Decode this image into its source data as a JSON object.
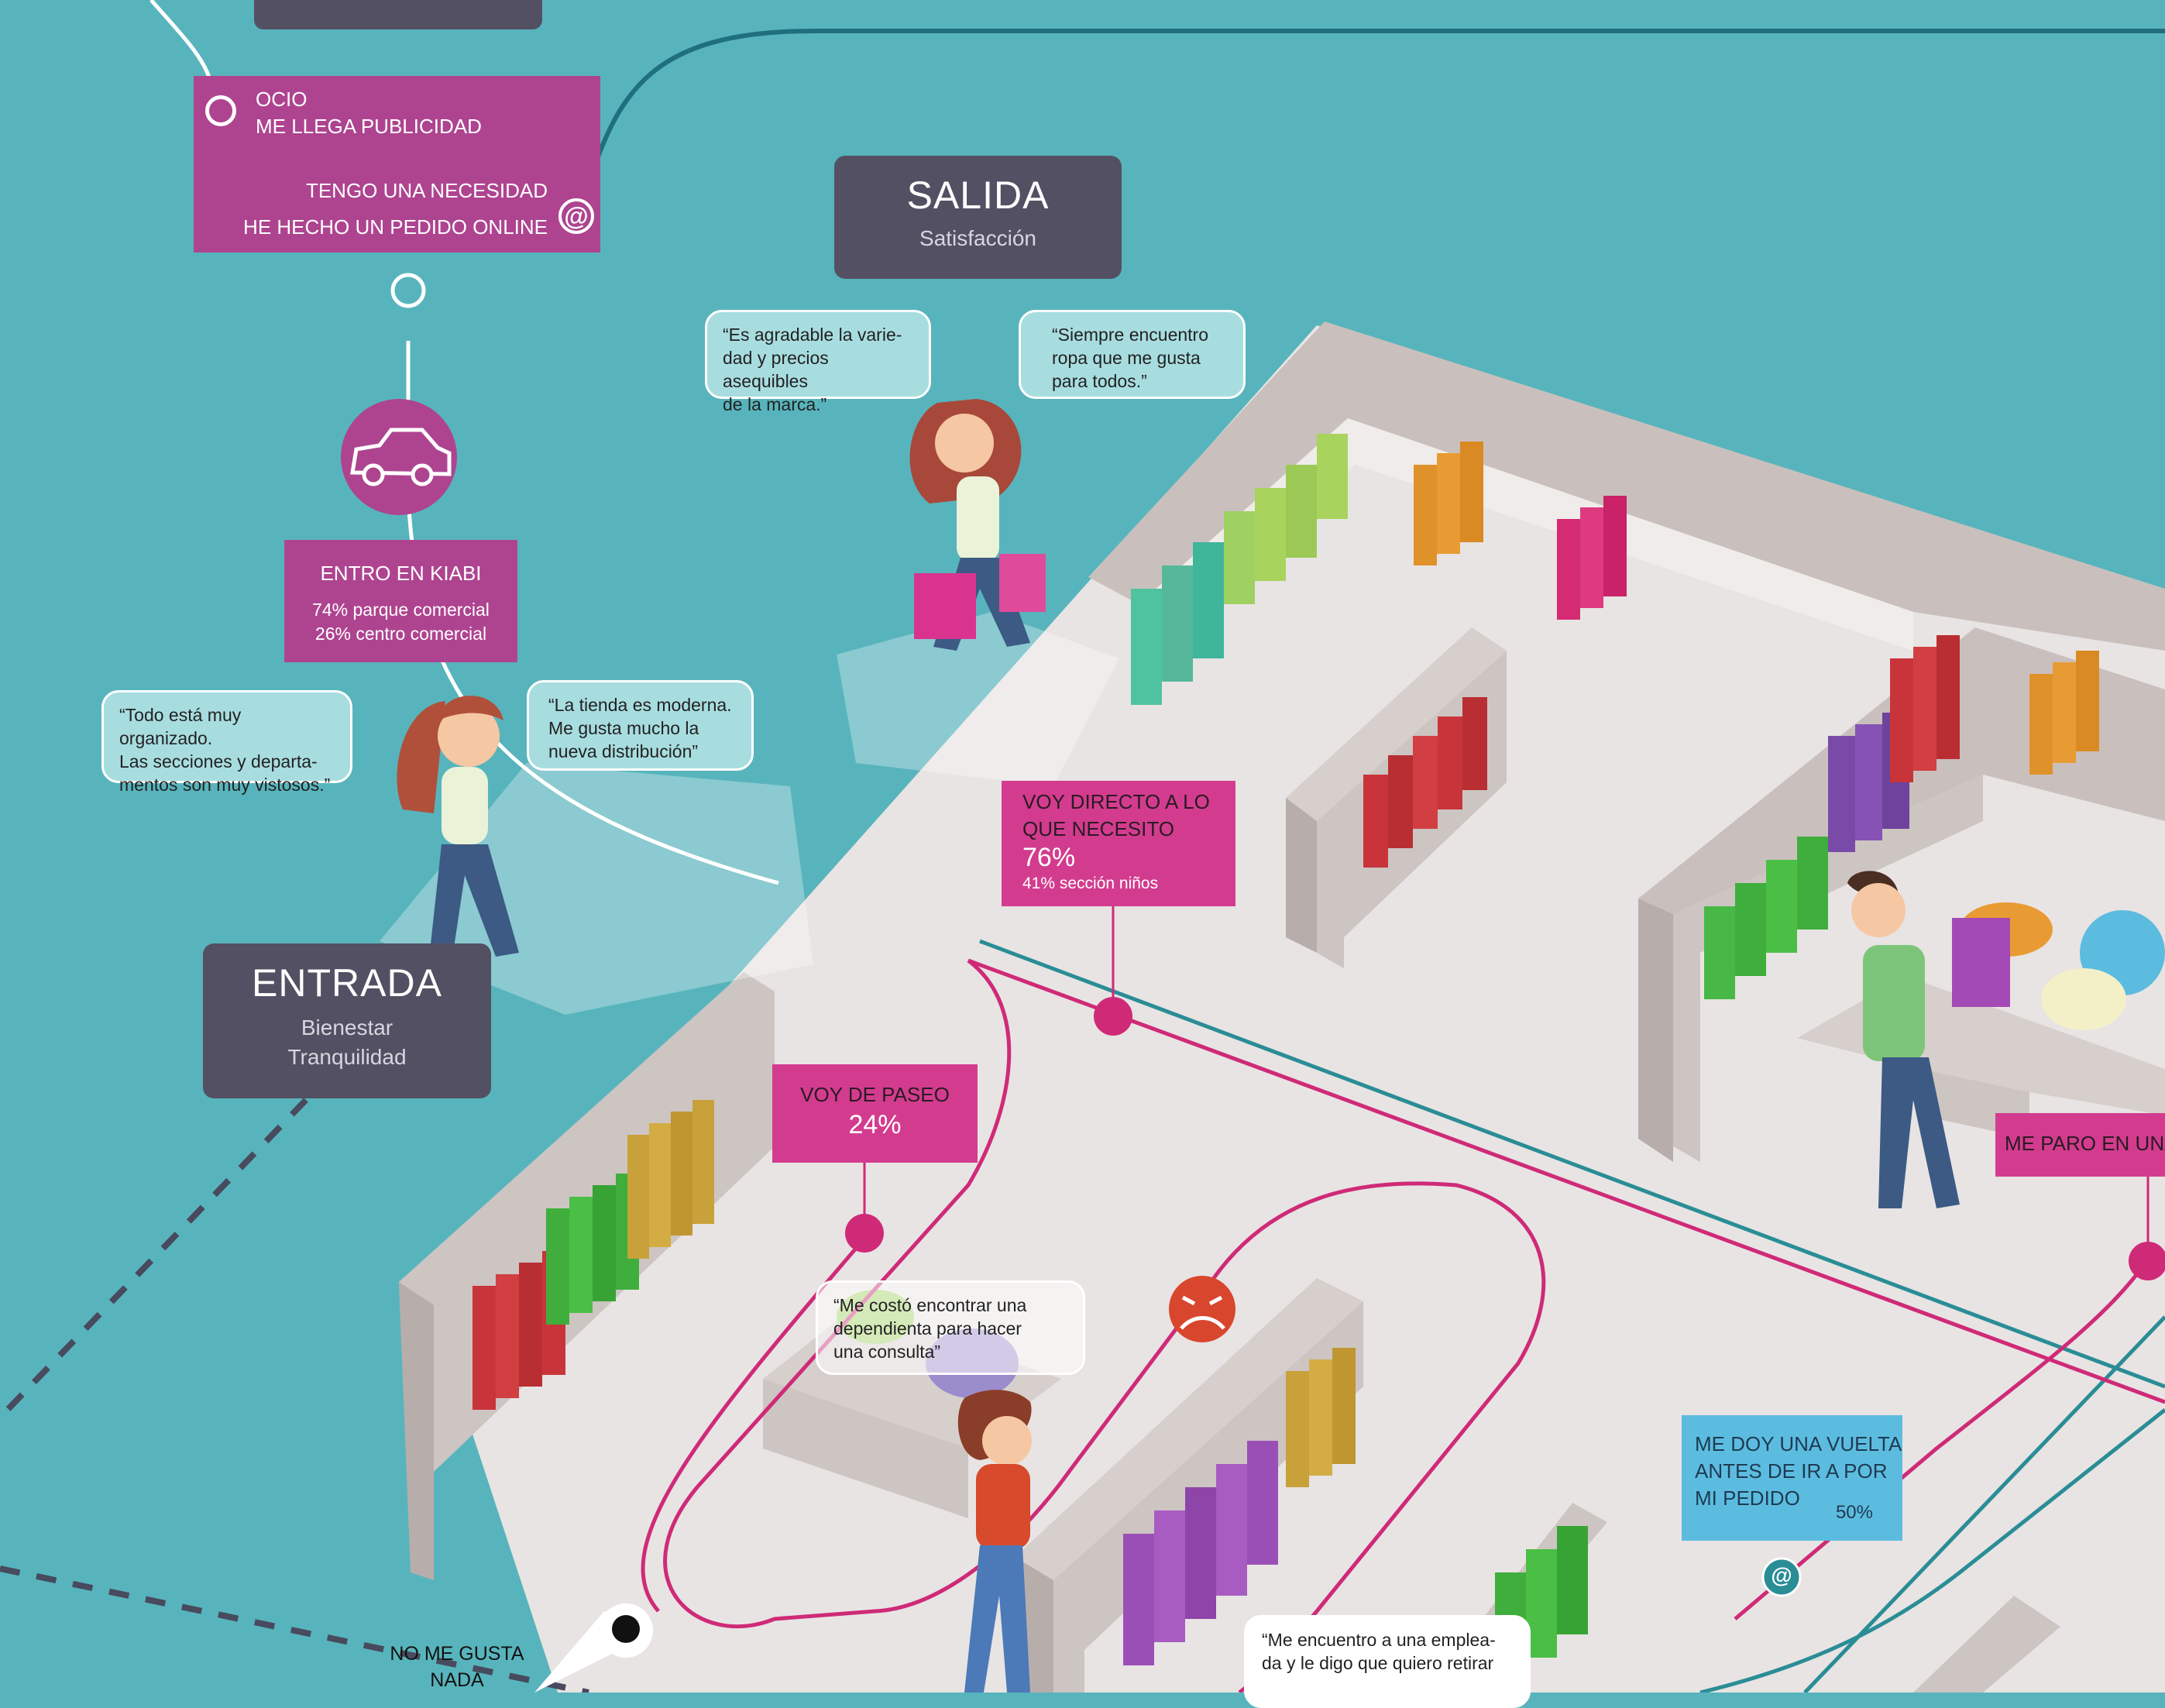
{
  "top_box": {
    "line1": "OCIO",
    "line2": "ME LLEGA PUBLICIDAD",
    "line3": "TENGO UNA NECESIDAD",
    "line4": "HE HECHO UN PEDIDO ONLINE",
    "at_symbol": "@"
  },
  "salida": {
    "title": "SALIDA",
    "subtitle": "Satisfacción"
  },
  "entrada": {
    "title": "ENTRADA",
    "subtitle_line1": "Bienestar",
    "subtitle_line2": "Tranquilidad"
  },
  "entro": {
    "title": "ENTRO EN KIABI",
    "line1": "74% parque comercial",
    "line2": "26% centro comercial"
  },
  "quotes": {
    "q1_l1": "“Es agradable la varie-",
    "q1_l2": "dad y precios asequibles",
    "q1_l3": "de la marca.”",
    "q2_l1": "“Siempre encuentro",
    "q2_l2": "ropa que me gusta",
    "q2_l3": "para todos.”",
    "q3_l1": "“Todo está muy organizado.",
    "q3_l2": "Las secciones y departa-",
    "q3_l3": "mentos son muy vistosos.”",
    "q4_l1": "“La tienda es moderna.",
    "q4_l2": "Me gusta mucho la",
    "q4_l3": "nueva distribución”",
    "q5_l1": "“Me costó encontrar una",
    "q5_l2": "dependienta para hacer",
    "q5_l3": "una consulta”",
    "q6_l1": "“Me encuentro a una emplea-",
    "q6_l2": "da y le digo que quiero retirar"
  },
  "voy_directo": {
    "line1": "VOY DIRECTO A LO",
    "line2": "QUE NECESITO",
    "percent": "76%",
    "sub": "41% sección niños"
  },
  "voy_paseo": {
    "line1": "VOY DE PASEO",
    "percent": "24%"
  },
  "me_paro": {
    "label": "ME PARO EN UNA"
  },
  "me_doy": {
    "line1": "ME DOY UNA VUELTA",
    "line2": "ANTES DE IR A POR",
    "line3": "MI PEDIDO",
    "percent": "50%"
  },
  "no_gusta": {
    "line1": "NO ME GUSTA",
    "line2": "NADA"
  },
  "at2": "@",
  "colors": {
    "background": "#58b4bc",
    "floor": "#e8e4e3",
    "wall": "#cdc5c2",
    "path_pink": "#cf2a78",
    "path_teal": "#2a8d96",
    "box_pink": "#ae4490",
    "box_magenta": "#d33c8e",
    "box_slate": "#545063",
    "box_blue": "#5cbce0"
  },
  "icons": [
    "car-icon",
    "at-icon",
    "sad-face-icon",
    "pin-icon"
  ]
}
